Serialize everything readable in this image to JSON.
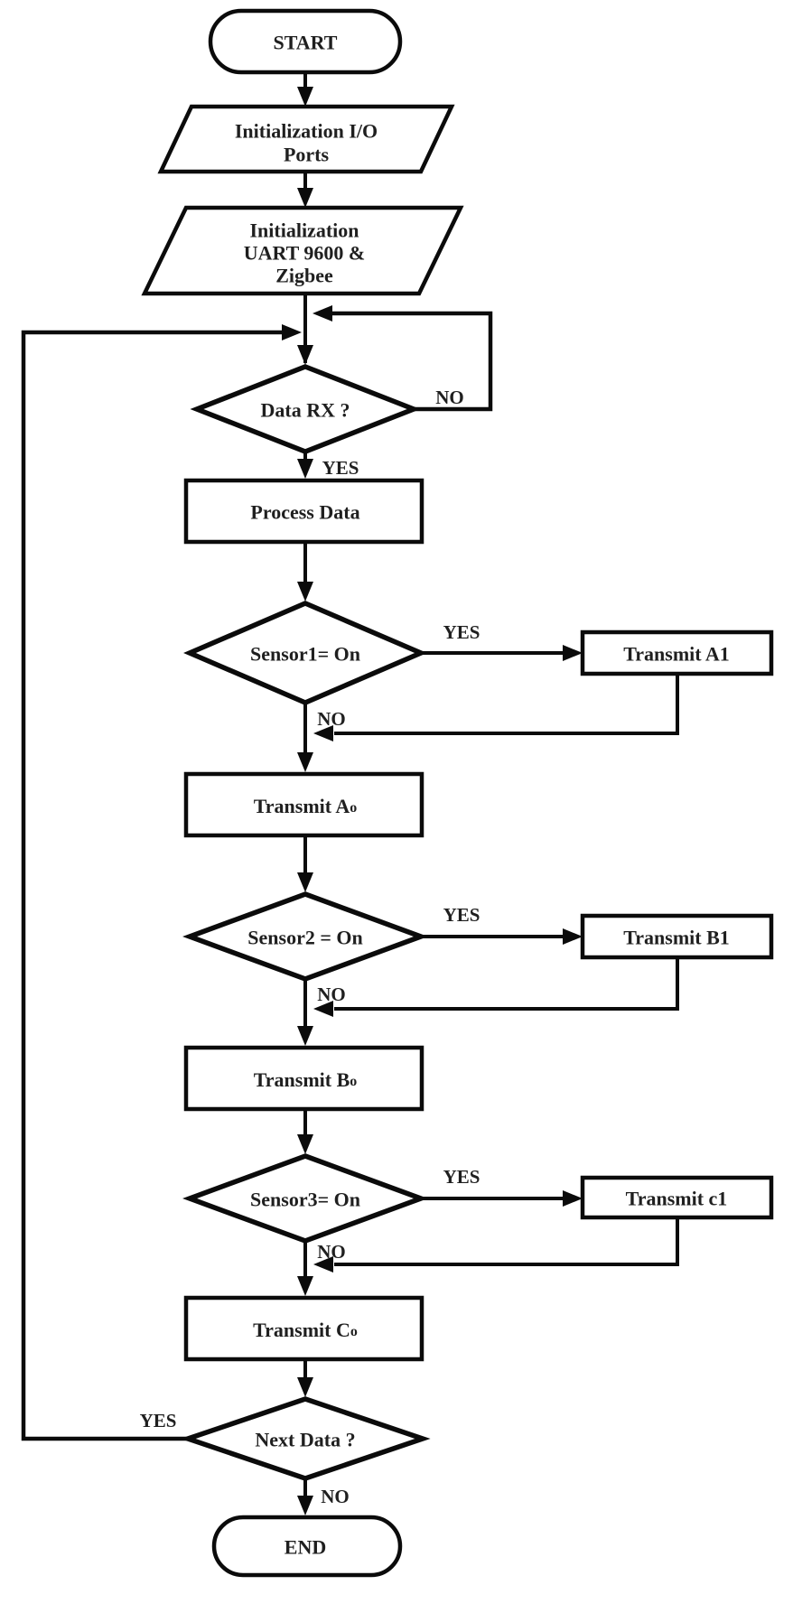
{
  "flowchart": {
    "colors": {
      "line": "#0b0b0b",
      "text": "#1f1f1f",
      "background": "#ffffff"
    },
    "nodes": {
      "start": {
        "label": "START"
      },
      "init_io": {
        "lines": [
          "Initialization I/O",
          "Ports"
        ]
      },
      "init_uart": {
        "lines": [
          "Initialization",
          "UART 9600 &",
          "Zigbee"
        ]
      },
      "data_rx": {
        "label": "Data RX ?"
      },
      "process_data": {
        "label": "Process Data"
      },
      "sensor1": {
        "label": "Sensor1= On"
      },
      "transmit_a1": {
        "label": "Transmit A1"
      },
      "transmit_ao": {
        "label": "Transmit A",
        "sub": "o"
      },
      "sensor2": {
        "label": "Sensor2 = On"
      },
      "transmit_b1": {
        "label": "Transmit B1"
      },
      "transmit_bo": {
        "label": "Transmit B",
        "sub": "o"
      },
      "sensor3": {
        "label": "Sensor3= On"
      },
      "transmit_c1": {
        "label": "Transmit c1"
      },
      "transmit_co": {
        "label": "Transmit C",
        "sub": "o"
      },
      "next_data": {
        "label": "Next Data ?"
      },
      "end": {
        "label": "END"
      }
    },
    "edge_labels": {
      "data_rx_no": "NO",
      "data_rx_yes": "YES",
      "sensor1_yes": "YES",
      "sensor1_no": "NO",
      "sensor2_yes": "YES",
      "sensor2_no": "NO",
      "sensor3_yes": "YES",
      "sensor3_no": "NO",
      "next_data_yes": "YES",
      "next_data_no": "NO"
    }
  }
}
